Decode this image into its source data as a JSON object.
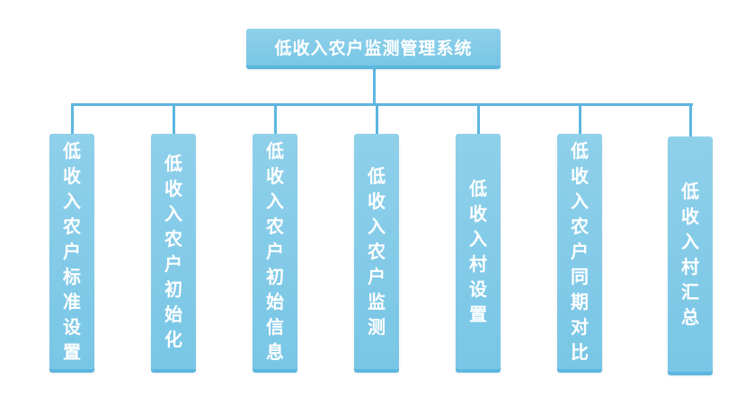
{
  "root": {
    "label": "低收入农户监测管理系统"
  },
  "children": [
    {
      "label": "低收入农户标准设置"
    },
    {
      "label": "低收入农户初始化"
    },
    {
      "label": "低收入农户初始信息"
    },
    {
      "label": "低收入农户监测"
    },
    {
      "label": "低收入村设置"
    },
    {
      "label": "低收入农户同期对比"
    },
    {
      "label": "低收入村汇总"
    }
  ],
  "colors": {
    "box_fill": "#80c9e8",
    "box_shadow": "#5cb6df",
    "connector": "#5cb6df",
    "text": "#ffffff"
  }
}
